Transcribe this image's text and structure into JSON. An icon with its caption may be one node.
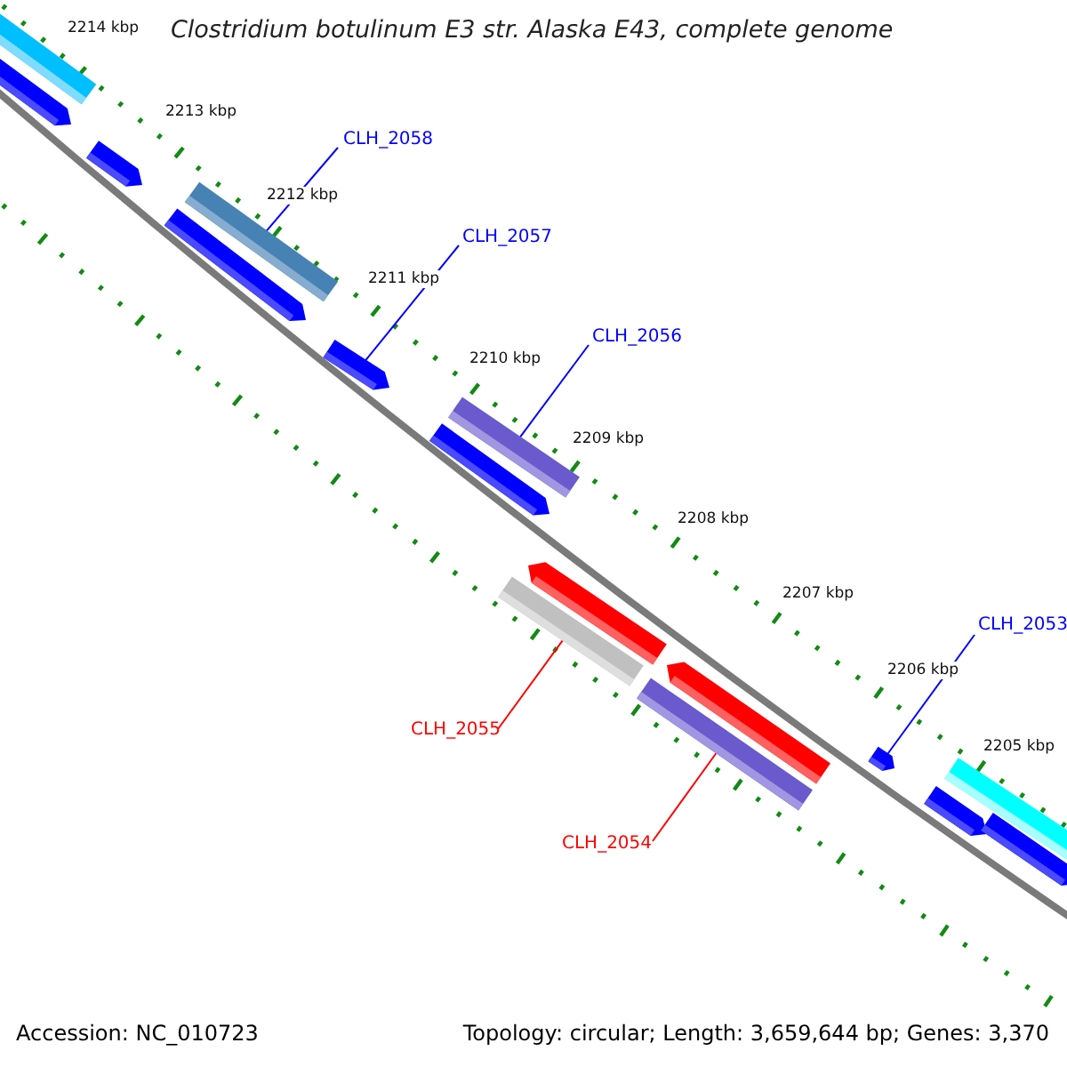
{
  "diagram": {
    "title": "Clostridium botulinum E3 str. Alaska E43, complete genome",
    "nodes": [
      {
        "text": [
          "CLH_2058"
        ]
      },
      {
        "text": [
          "CLH_2057"
        ]
      },
      {
        "text": [
          "CLH_2056"
        ]
      },
      {
        "text": [
          "CLH_2053"
        ]
      },
      {
        "text": [
          "CLH_2055"
        ]
      },
      {
        "text": [
          "CLH_2054"
        ]
      },
      {
        "text": [],
        "shape": "bar"
      },
      {
        "text": [],
        "shape": "bar"
      },
      {
        "text": [],
        "shape": "bar"
      },
      {
        "text": [],
        "shape": "bar"
      },
      {
        "text": [],
        "shape": "bar"
      },
      {
        "text": [],
        "shape": "bar"
      },
      {
        "text": [],
        "shape": "bar"
      },
      {
        "text": [],
        "shape": "bar"
      },
      {
        "text": [],
        "shape": "bar"
      },
      {
        "text": [],
        "shape": "bar"
      },
      {
        "text": [],
        "shape": "bar"
      },
      {
        "text": [],
        "shape": "bar"
      },
      {
        "text": [],
        "shape": "bar"
      },
      {
        "text": [],
        "shape": "bar"
      },
      {
        "text": [],
        "shape": "bar"
      },
      {
        "text": [],
        "shape": "bar"
      }
    ],
    "edges": [
      {
        "from": 0,
        "to": 9,
        "arrow": "none"
      },
      {
        "from": 1,
        "to": 11,
        "arrow": "none"
      },
      {
        "from": 2,
        "to": 12,
        "arrow": "none"
      },
      {
        "from": 3,
        "to": 14,
        "arrow": "none"
      },
      {
        "from": 4,
        "to": 19,
        "arrow": "none",
        "color": "#ff0000"
      },
      {
        "from": 5,
        "to": 21,
        "arrow": "none",
        "color": "#ff0000"
      }
    ],
    "labels": [
      "2214 kbp",
      "2213 kbp",
      "2212 kbp",
      "2211 kbp",
      "2210 kbp",
      "2209 kbp",
      "2208 kbp",
      "2207 kbp",
      "2206 kbp",
      "2205 kbp",
      "Accession: NC_010723",
      "Topology: circular; Length: 3,659,644 bp; Genes: 3,370"
    ]
  }
}
